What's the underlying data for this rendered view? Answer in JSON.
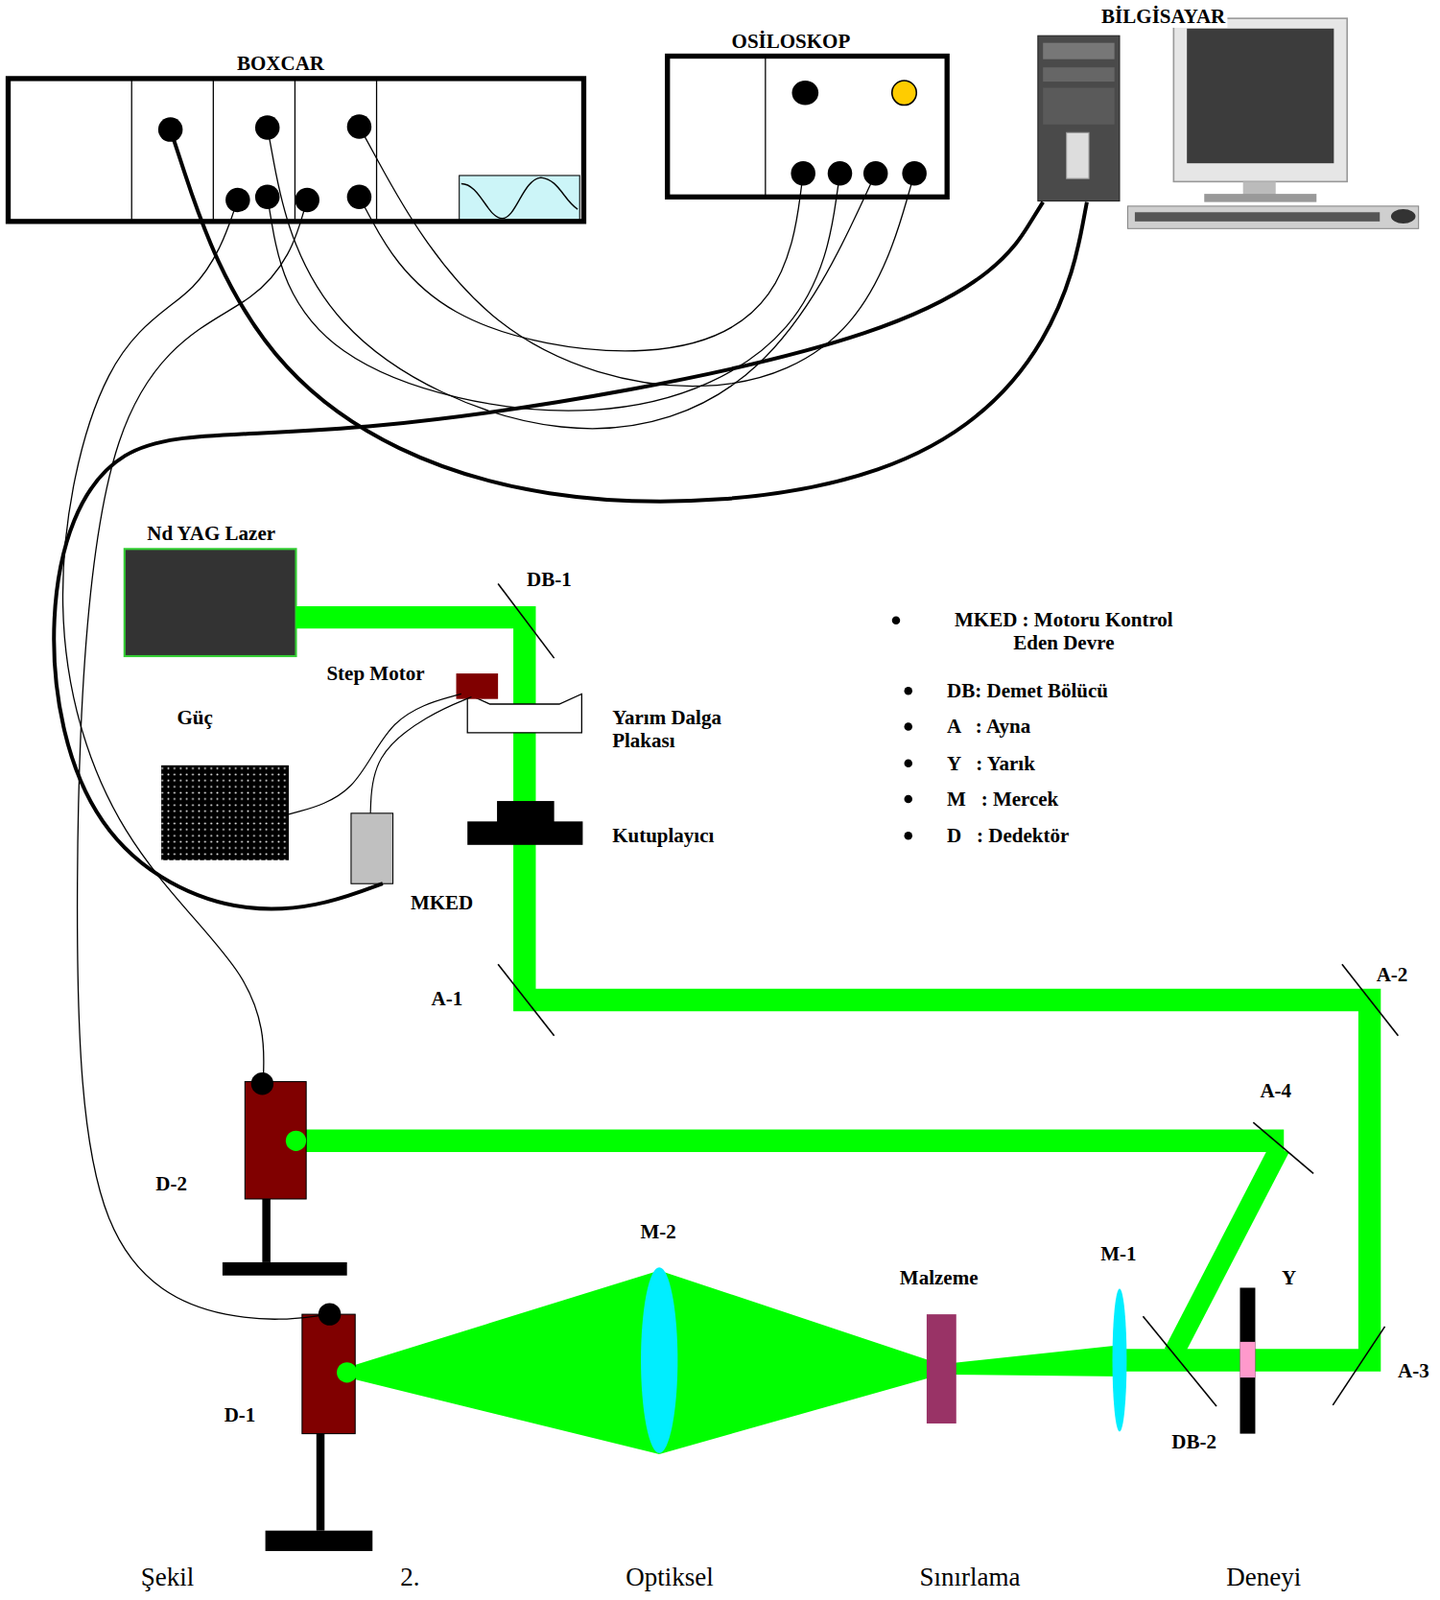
{
  "diagram": {
    "caption": "Şekil 2. Optiksel Sınırlama Deneyi",
    "nodes": [
      {
        "text": [
          "BOXCAR"
        ]
      },
      {
        "text": [
          "OSİLOSKOP"
        ]
      },
      {
        "text": [
          "BİLGİSAYAR"
        ]
      },
      {
        "text": [
          "Nd YAG Lazer"
        ]
      },
      {
        "text": [
          "Step Motor"
        ]
      },
      {
        "text": [
          "Güç"
        ]
      },
      {
        "text": [
          "MKED"
        ]
      },
      {
        "text": [
          "D-2"
        ]
      },
      {
        "text": [
          "D-1"
        ]
      }
    ],
    "edges": [
      {
        "from": 0,
        "to": 1,
        "arrow": "none"
      },
      {
        "from": 0,
        "to": 1,
        "arrow": "none"
      },
      {
        "from": 0,
        "to": 1,
        "arrow": "none"
      },
      {
        "from": 0,
        "to": 1,
        "arrow": "none"
      },
      {
        "from": 0,
        "to": 2,
        "arrow": "none"
      },
      {
        "from": 2,
        "to": 6,
        "arrow": "none"
      },
      {
        "from": 0,
        "to": 7,
        "arrow": "none"
      },
      {
        "from": 0,
        "to": 8,
        "arrow": "none"
      },
      {
        "from": 5,
        "to": 4,
        "arrow": "none"
      },
      {
        "from": 6,
        "to": 4,
        "arrow": "none"
      }
    ],
    "labels": [
      "DB-1",
      "Yarım Dalga Plakası",
      "Kutuplayıcı",
      "A-1",
      "A-2",
      "A-4",
      "A-3",
      "M-2",
      "Malzeme",
      "M-1",
      "Y",
      "DB-2",
      "MKED : Motoru Kontrol Eden Devre",
      "DB: Demet Bölücü",
      "A   : Ayna",
      "Y   : Yarık",
      "M   : Mercek",
      "D   : Dedektör"
    ]
  }
}
